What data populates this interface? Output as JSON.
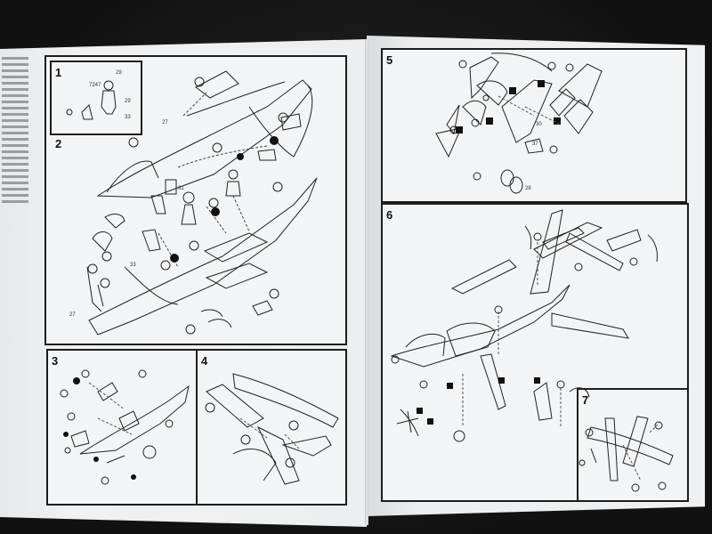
{
  "steps": {
    "s1": "1",
    "s2": "2",
    "s3": "3",
    "s4": "4",
    "s5": "5",
    "s6": "6",
    "s7": "7"
  },
  "parts": {
    "p29a": "29",
    "p7247": "7247",
    "p29b": "29",
    "p33a": "33",
    "p27": "27",
    "p61": "61",
    "p33b": "33",
    "p27b": "27",
    "p30": "30",
    "p37": "37",
    "p28": "28"
  }
}
